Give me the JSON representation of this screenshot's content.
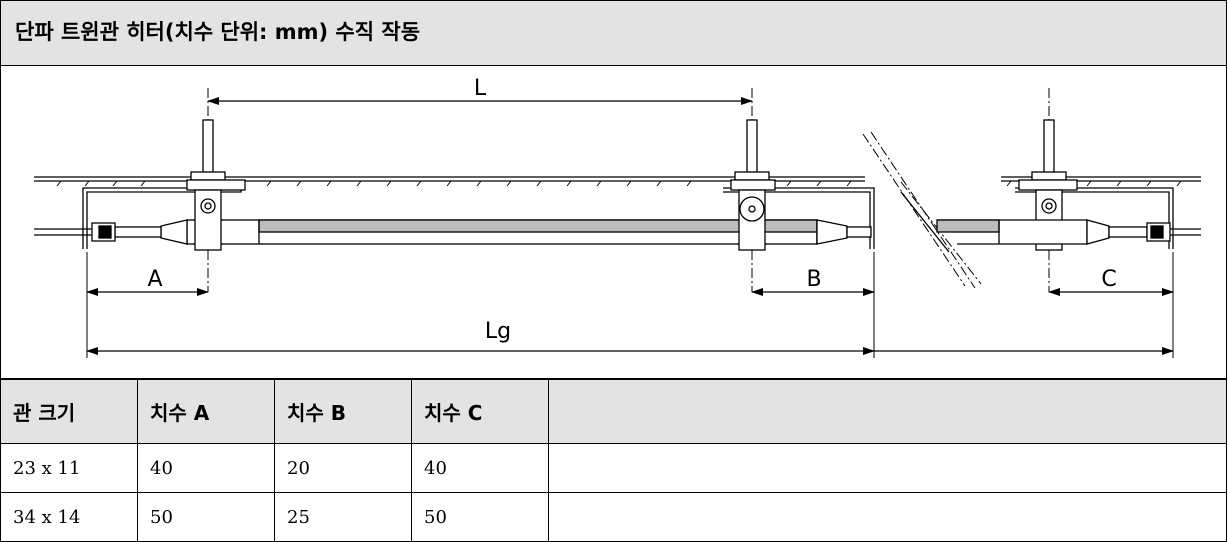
{
  "title": "단파 트윈관 히터(치수 단위: mm) 수직 작동",
  "diagram": {
    "labels": {
      "L": "L",
      "A": "A",
      "B": "B",
      "C": "C",
      "Lg": "Lg"
    }
  },
  "table": {
    "headers": [
      "관 크기",
      "치수 A",
      "치수 B",
      "치수 C",
      ""
    ],
    "rows": [
      [
        "23 x 11",
        "40",
        "20",
        "40",
        ""
      ],
      [
        "34 x 14",
        "50",
        "25",
        "50",
        ""
      ]
    ]
  }
}
